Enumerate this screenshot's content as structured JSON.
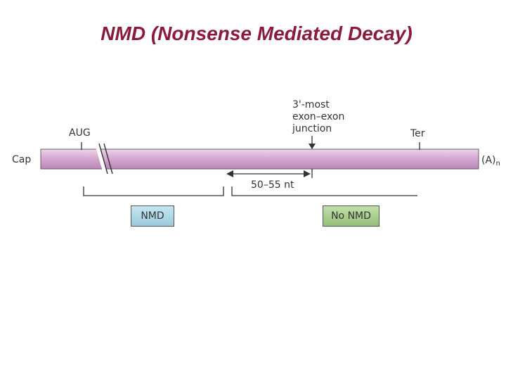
{
  "title": "NMD (Nonsense Mediated Decay)",
  "labels": {
    "aug": "AUG",
    "junction_lines": [
      "3'-most",
      "exon–exon",
      "junction"
    ],
    "ter": "Ter",
    "cap": "Cap",
    "polya": "(A)",
    "polya_sub": "n",
    "distance": "50–55 nt"
  },
  "outcomes": {
    "nmd": "NMD",
    "no_nmd": "No NMD"
  },
  "colors": {
    "title": "#8a1b3a",
    "mrna_fill": "#d7aad3",
    "nmd_box": "#a9d4e3",
    "no_nmd_box": "#a6cc8c"
  }
}
